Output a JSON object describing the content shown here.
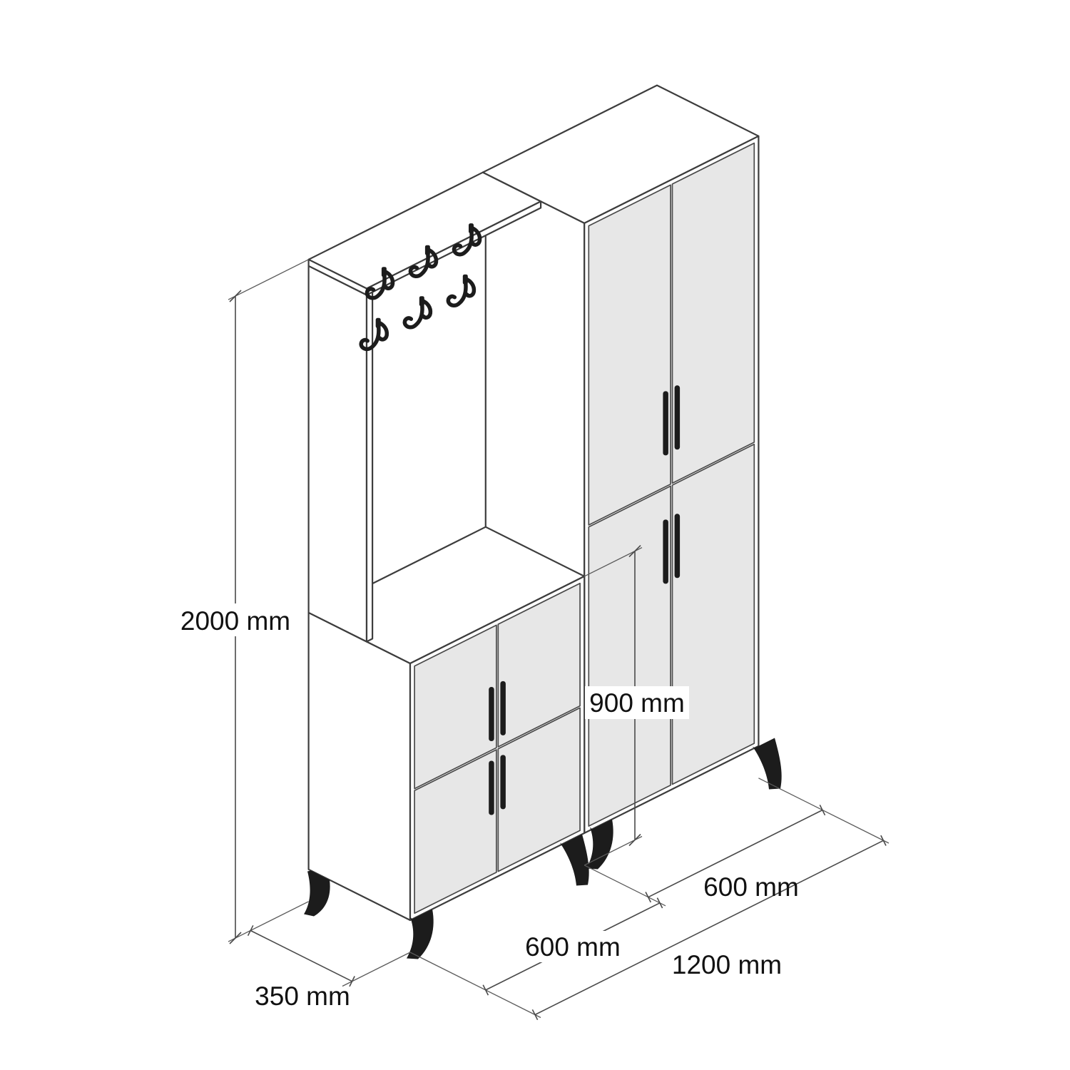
{
  "diagram": {
    "type": "isometric-furniture-dimension-drawing",
    "dimension_labels": {
      "total_height": "2000 mm",
      "lower_cabinet_height": "900 mm",
      "right_cabinet_width": "600 mm",
      "total_width": "1200 mm",
      "left_cabinet_width": "600 mm",
      "depth": "350 mm"
    },
    "colors": {
      "background": "#ffffff",
      "outline": "#3d3d3d",
      "door_fill": "#e7e7e7",
      "hardware": "#1c1c1c",
      "dimension_line": "#4a4a4a",
      "label_text": "#111111"
    }
  }
}
